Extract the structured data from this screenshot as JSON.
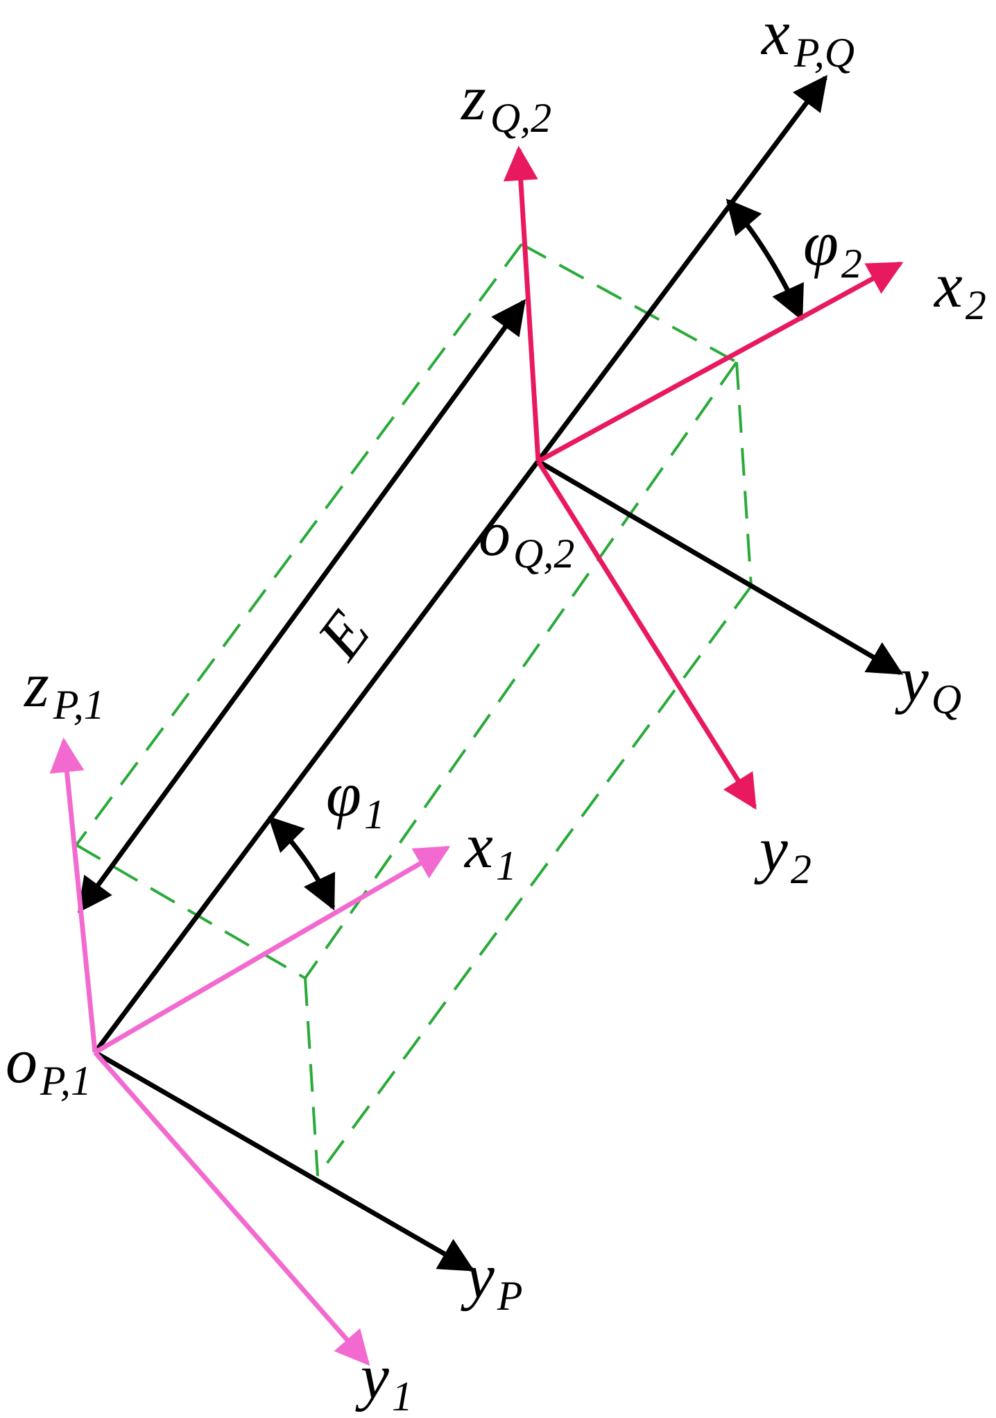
{
  "colors": {
    "frame_black": "#000000",
    "frame_magenta": "#E8195E",
    "frame_pink": "#F26ACF",
    "dashed_green": "#2AAA3A"
  },
  "labels": {
    "x_PQ": {
      "base": "x",
      "sub": "P,Q"
    },
    "z_Q2": {
      "base": "z",
      "sub": "Q,2"
    },
    "phi_2": {
      "base": "φ",
      "sub": "2"
    },
    "x_2": {
      "base": "x",
      "sub": "2"
    },
    "o_Q2": {
      "base": "o",
      "sub": "Q,2"
    },
    "E": {
      "base": "E"
    },
    "y_Q": {
      "base": "y",
      "sub": "Q"
    },
    "z_P1": {
      "base": "z",
      "sub": "P,1"
    },
    "phi_1": {
      "base": "φ",
      "sub": "1"
    },
    "x_1": {
      "base": "x",
      "sub": "1"
    },
    "y_2": {
      "base": "y",
      "sub": "2"
    },
    "o_P1": {
      "base": "o",
      "sub": "P,1"
    },
    "y_P": {
      "base": "y",
      "sub": "P"
    },
    "y_1": {
      "base": "y",
      "sub": "1"
    }
  }
}
